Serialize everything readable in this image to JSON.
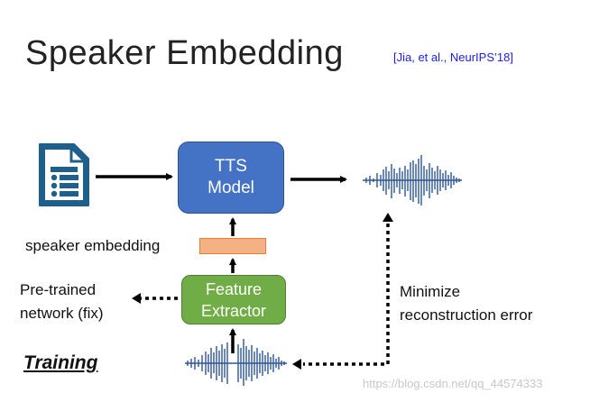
{
  "title": "Speaker Embedding",
  "citation": "[Jia, et al., NeurIPS’18]",
  "tts_model": {
    "line1": "TTS",
    "line2": "Model"
  },
  "feature_extractor": {
    "line1": "Feature",
    "line2": "Extractor"
  },
  "labels": {
    "speaker_embedding": "speaker embedding",
    "pretrained_line1": "Pre-trained",
    "pretrained_line2": "network (fix)",
    "minimize_line1": "Minimize",
    "minimize_line2": "reconstruction error",
    "training": "Training"
  },
  "watermark": "https://blog.csdn.net/qq_44574333",
  "colors": {
    "tts_box": "#4472c4",
    "feature_box": "#70ad47",
    "embedding_bar": "#f4b183",
    "waveform": "#2e5597",
    "document_icon": "#1f5f8b",
    "citation": "#1a1aff"
  },
  "icons": [
    "text-document-icon",
    "output-waveform-icon",
    "input-waveform-icon"
  ]
}
